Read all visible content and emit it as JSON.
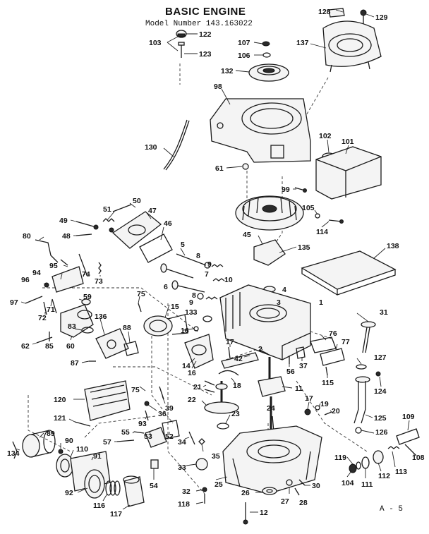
{
  "title": "BASIC ENGINE",
  "model_line": "Model Number  143.163022",
  "page_ref": "A - 5",
  "callouts": [
    {
      "id": "c128",
      "text": "128"
    },
    {
      "id": "c129",
      "text": "129"
    },
    {
      "id": "c122",
      "text": "122"
    },
    {
      "id": "c103",
      "text": "103"
    },
    {
      "id": "c123",
      "text": "123"
    },
    {
      "id": "c107",
      "text": "107"
    },
    {
      "id": "c106",
      "text": "106"
    },
    {
      "id": "c137",
      "text": "137"
    },
    {
      "id": "c132",
      "text": "132"
    },
    {
      "id": "c98",
      "text": "98"
    },
    {
      "id": "c102",
      "text": "102"
    },
    {
      "id": "c101",
      "text": "101"
    },
    {
      "id": "c130",
      "text": "130"
    },
    {
      "id": "c61",
      "text": "61"
    },
    {
      "id": "c99",
      "text": "99"
    },
    {
      "id": "c50",
      "text": "50"
    },
    {
      "id": "c51",
      "text": "51"
    },
    {
      "id": "c47",
      "text": "47"
    },
    {
      "id": "c49",
      "text": "49"
    },
    {
      "id": "c48",
      "text": "48"
    },
    {
      "id": "c46",
      "text": "46"
    },
    {
      "id": "c105",
      "text": "105"
    },
    {
      "id": "c114",
      "text": "114"
    },
    {
      "id": "c80",
      "text": "80"
    },
    {
      "id": "c45",
      "text": "45"
    },
    {
      "id": "c135",
      "text": "135"
    },
    {
      "id": "c138",
      "text": "138"
    },
    {
      "id": "c5",
      "text": "5"
    },
    {
      "id": "c95",
      "text": "95"
    },
    {
      "id": "c94",
      "text": "94"
    },
    {
      "id": "c74",
      "text": "74"
    },
    {
      "id": "c73",
      "text": "73"
    },
    {
      "id": "c8a",
      "text": "8"
    },
    {
      "id": "c9a",
      "text": "9"
    },
    {
      "id": "c6",
      "text": "6"
    },
    {
      "id": "c7",
      "text": "7"
    },
    {
      "id": "c10",
      "text": "10"
    },
    {
      "id": "c96",
      "text": "96"
    },
    {
      "id": "c97",
      "text": "97"
    },
    {
      "id": "c71",
      "text": "71"
    },
    {
      "id": "c59",
      "text": "59"
    },
    {
      "id": "c75a",
      "text": "75"
    },
    {
      "id": "c8b",
      "text": "8"
    },
    {
      "id": "c4",
      "text": "4"
    },
    {
      "id": "c9b",
      "text": "9"
    },
    {
      "id": "c133",
      "text": "133"
    },
    {
      "id": "c3",
      "text": "3"
    },
    {
      "id": "c1",
      "text": "1"
    },
    {
      "id": "c72",
      "text": "72"
    },
    {
      "id": "c83",
      "text": "83"
    },
    {
      "id": "c15",
      "text": "15"
    },
    {
      "id": "c136",
      "text": "136"
    },
    {
      "id": "c16a",
      "text": "16"
    },
    {
      "id": "c62",
      "text": "62"
    },
    {
      "id": "c85",
      "text": "85"
    },
    {
      "id": "c60",
      "text": "60"
    },
    {
      "id": "c88",
      "text": "88"
    },
    {
      "id": "c31",
      "text": "31"
    },
    {
      "id": "c76",
      "text": "76"
    },
    {
      "id": "c77",
      "text": "77"
    },
    {
      "id": "c17",
      "text": "17"
    },
    {
      "id": "c2",
      "text": "2"
    },
    {
      "id": "c42",
      "text": "42"
    },
    {
      "id": "c127",
      "text": "127"
    },
    {
      "id": "c87",
      "text": "87"
    },
    {
      "id": "c14",
      "text": "14"
    },
    {
      "id": "c16b",
      "text": "16"
    },
    {
      "id": "c56",
      "text": "56"
    },
    {
      "id": "c37",
      "text": "37"
    },
    {
      "id": "c124",
      "text": "124"
    },
    {
      "id": "c115",
      "text": "115"
    },
    {
      "id": "c21",
      "text": "21"
    },
    {
      "id": "c18",
      "text": "18"
    },
    {
      "id": "c11",
      "text": "11"
    },
    {
      "id": "c75b",
      "text": "75"
    },
    {
      "id": "c120",
      "text": "120"
    },
    {
      "id": "c39",
      "text": "39"
    },
    {
      "id": "c22",
      "text": "22"
    },
    {
      "id": "c36",
      "text": "36"
    },
    {
      "id": "c17b",
      "text": "17"
    },
    {
      "id": "c19",
      "text": "19"
    },
    {
      "id": "c24",
      "text": "24"
    },
    {
      "id": "c20",
      "text": "20"
    },
    {
      "id": "c121",
      "text": "121"
    },
    {
      "id": "c93",
      "text": "93"
    },
    {
      "id": "c23",
      "text": "23"
    },
    {
      "id": "c125",
      "text": "125"
    },
    {
      "id": "c109",
      "text": "109"
    },
    {
      "id": "c89",
      "text": "89"
    },
    {
      "id": "c55",
      "text": "55"
    },
    {
      "id": "c126",
      "text": "126"
    },
    {
      "id": "c57",
      "text": "57"
    },
    {
      "id": "c53",
      "text": "53"
    },
    {
      "id": "c52",
      "text": "52"
    },
    {
      "id": "c34",
      "text": "34"
    },
    {
      "id": "c90",
      "text": "90"
    },
    {
      "id": "c110",
      "text": "110"
    },
    {
      "id": "c35",
      "text": "35"
    },
    {
      "id": "c119",
      "text": "119"
    },
    {
      "id": "c108",
      "text": "108"
    },
    {
      "id": "c134",
      "text": "134"
    },
    {
      "id": "c91",
      "text": "91"
    },
    {
      "id": "c33",
      "text": "33"
    },
    {
      "id": "c113",
      "text": "113"
    },
    {
      "id": "c112",
      "text": "112"
    },
    {
      "id": "c54",
      "text": "54"
    },
    {
      "id": "c25",
      "text": "25"
    },
    {
      "id": "c104",
      "text": "104"
    },
    {
      "id": "c111",
      "text": "111"
    },
    {
      "id": "c30",
      "text": "30"
    },
    {
      "id": "c92",
      "text": "92"
    },
    {
      "id": "c116",
      "text": "116"
    },
    {
      "id": "c32",
      "text": "32"
    },
    {
      "id": "c26",
      "text": "26"
    },
    {
      "id": "c27",
      "text": "27"
    },
    {
      "id": "c28",
      "text": "28"
    },
    {
      "id": "c118",
      "text": "118"
    },
    {
      "id": "c117",
      "text": "117"
    },
    {
      "id": "c12",
      "text": "12"
    }
  ]
}
